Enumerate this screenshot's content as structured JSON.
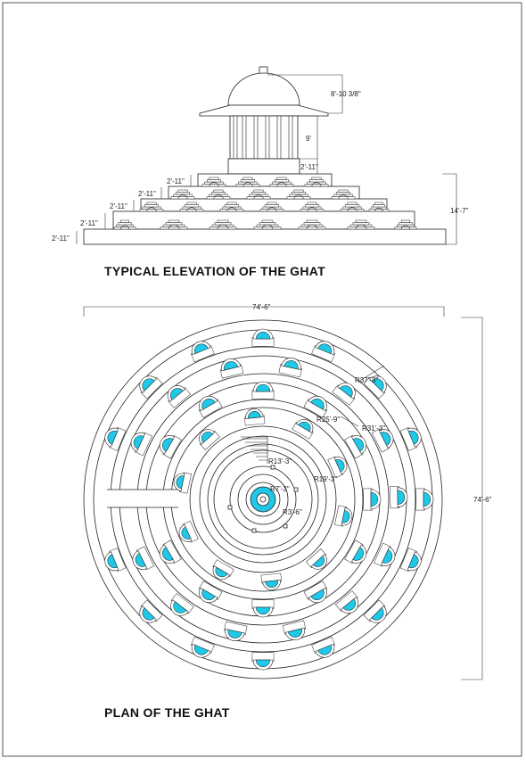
{
  "titles": {
    "elevation": "TYPICAL ELEVATION OF THE GHAT",
    "plan": "PLAN OF  THE GHAT"
  },
  "elevation_dims": {
    "dome_height": "8'-10 3/8\"",
    "pavilion_height": "9'",
    "pavilion_base": "2'-11\"",
    "tier1": "2'-11\"",
    "tier2": "2'-11\"",
    "tier3": "2'-11\"",
    "tier4": "2'-11\"",
    "tier5": "2'-11\"",
    "overall_height": "14'-7\""
  },
  "plan_dims": {
    "overall_width": "74'-6\"",
    "overall_height": "74'-6\"",
    "radii": {
      "r37": "R37'-3\"",
      "r31": "R31'-3\"",
      "r25": "R25'-9\"",
      "r19": "R19'-3\"",
      "r13": "R13'-3\"",
      "r7": "R7'-3\"",
      "r3": "R3'-6\""
    }
  },
  "colors": {
    "line": "#222222",
    "water": "#1ec8e6",
    "paper": "#ffffff"
  }
}
